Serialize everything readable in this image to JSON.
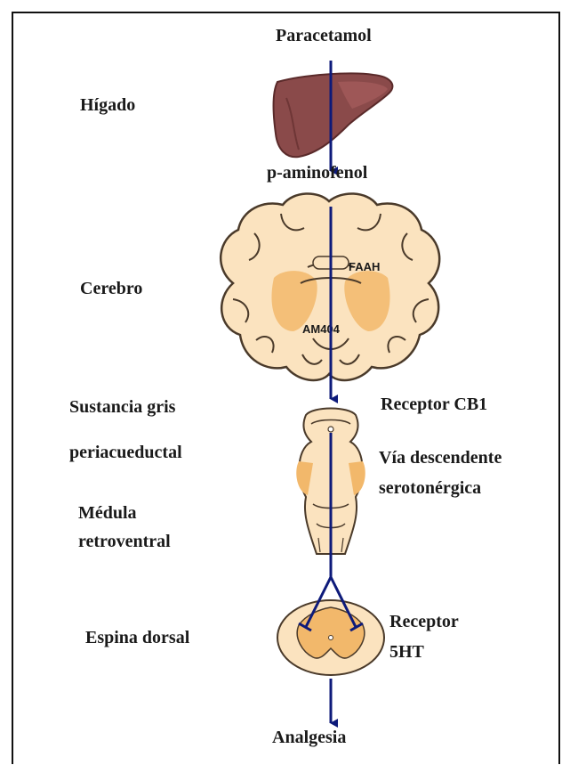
{
  "labels": {
    "drug": "Paracetamol",
    "metabolite": "p-aminofenol",
    "liver": "Hígado",
    "brain": "Cerebro",
    "pag_line1": "Sustancia gris",
    "pag_line2": "periacueductal",
    "medulla_line1": "Médula",
    "medulla_line2": "retroventral",
    "spine": "Espina dorsal",
    "cb1": "Receptor CB1",
    "pathway_line1": "Vía descendente",
    "pathway_line2": "serotonérgica",
    "ht_line1": "Receptor",
    "ht_line2": "5HT",
    "outcome": "Analgesia"
  },
  "brain_tags": {
    "enzyme": "FAAH",
    "compound": "AM404"
  },
  "colors": {
    "arrow": "#0d1a7a",
    "liver": "#8a4a4a",
    "tissue": "#fbe3bf",
    "tissue_dark": "#f2b86b",
    "outline": "#4a3a2a"
  }
}
